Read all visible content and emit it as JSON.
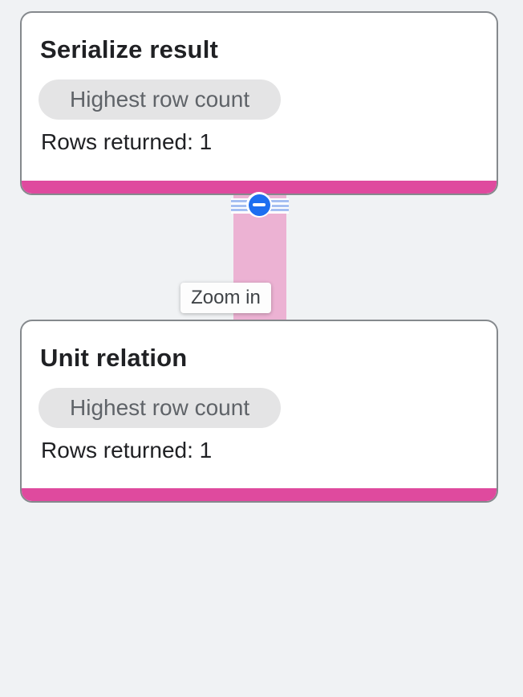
{
  "plan": {
    "nodes": [
      {
        "title": "Serialize result",
        "badge": "Highest row count",
        "metric": "Rows returned: 1"
      },
      {
        "title": "Unit relation",
        "badge": "Highest row count",
        "metric": "Rows returned: 1"
      }
    ],
    "edge": {
      "tooltip": "Zoom in",
      "collapse_icon": "minus-icon"
    }
  },
  "colors": {
    "background": "#f0f2f4",
    "card_background": "#ffffff",
    "card_border": "#85898d",
    "accent_pink": "#df4a9e",
    "edge_pink": "#ecb2d3",
    "stripe_blue": "#a5bff2",
    "button_blue": "#1d6ef0",
    "badge_background": "#e4e4e5",
    "badge_text": "#5f6368",
    "title_text": "#202124"
  }
}
